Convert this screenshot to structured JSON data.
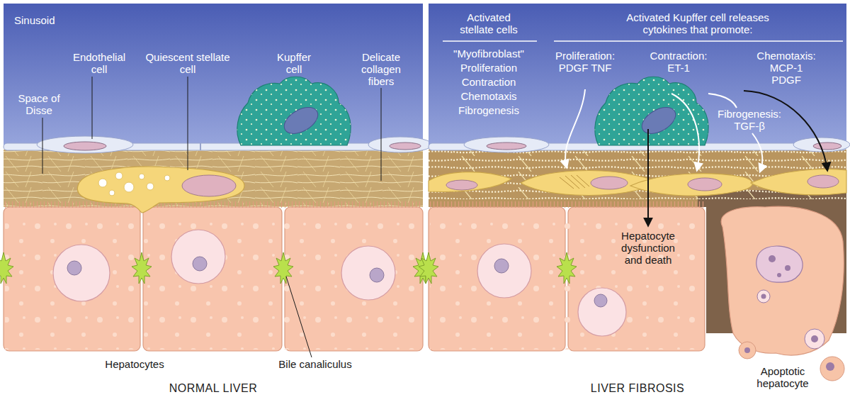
{
  "diagram": {
    "nodes": [
      {
        "text": [
          "NORMAL LIVER"
        ]
      },
      {
        "text": [
          "LIVER FIBROSIS"
        ]
      }
    ],
    "labels": [
      "Sinusoid",
      "Endothelial cell",
      "Quiescent stellate cell",
      "Kupffer cell",
      "Delicate collagen fibers",
      "Space of Disse",
      "Hepatocytes",
      "Bile canaliculus",
      "Activated stellate cells",
      "\"Myofibroblast\" Proliferation Contraction Chemotaxis Fibrogenesis",
      "Activated Kupffer cell releases cytokines that promote:",
      "Proliferation: PDGF TNF",
      "Contraction: ET-1",
      "Chemotaxis: MCP-1 PDGF",
      "Fibrogenesis: TGF-β",
      "Hepatocyte dysfunction and death",
      "Apoptotic hepatocyte"
    ]
  }
}
